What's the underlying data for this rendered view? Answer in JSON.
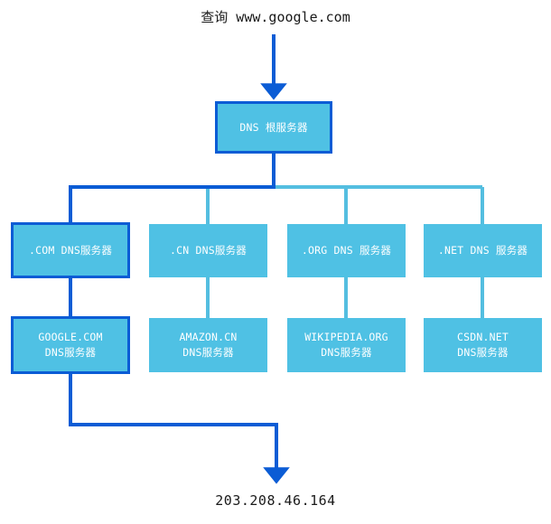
{
  "diagram": {
    "title_text": "查询 www.google.com",
    "result_text": "203.208.46.164",
    "colors": {
      "node_fill": "#4FC1E4",
      "highlight_border": "#0B5CD5",
      "active_path": "#0B5CD5",
      "inactive_path": "#54BEE0",
      "text": "#ffffff",
      "caption_text": "#1a1a1a",
      "background": "#ffffff"
    },
    "root": {
      "label": "DNS 根服务器",
      "highlighted": true
    },
    "tld_row": [
      {
        "label": ".COM DNS服务器",
        "highlighted": true
      },
      {
        "label": ".CN DNS服务器",
        "highlighted": false
      },
      {
        "label": ".ORG DNS 服务器",
        "highlighted": false
      },
      {
        "label": ".NET DNS 服务器",
        "highlighted": false
      }
    ],
    "authoritative_row": [
      {
        "line1": "GOOGLE.COM",
        "line2": "DNS服务器",
        "highlighted": true
      },
      {
        "line1": "AMAZON.CN",
        "line2": "DNS服务器",
        "highlighted": false
      },
      {
        "line1": "WIKIPEDIA.ORG",
        "line2": "DNS服务器",
        "highlighted": false
      },
      {
        "line1": "CSDN.NET",
        "line2": "DNS服务器",
        "highlighted": false
      }
    ]
  }
}
